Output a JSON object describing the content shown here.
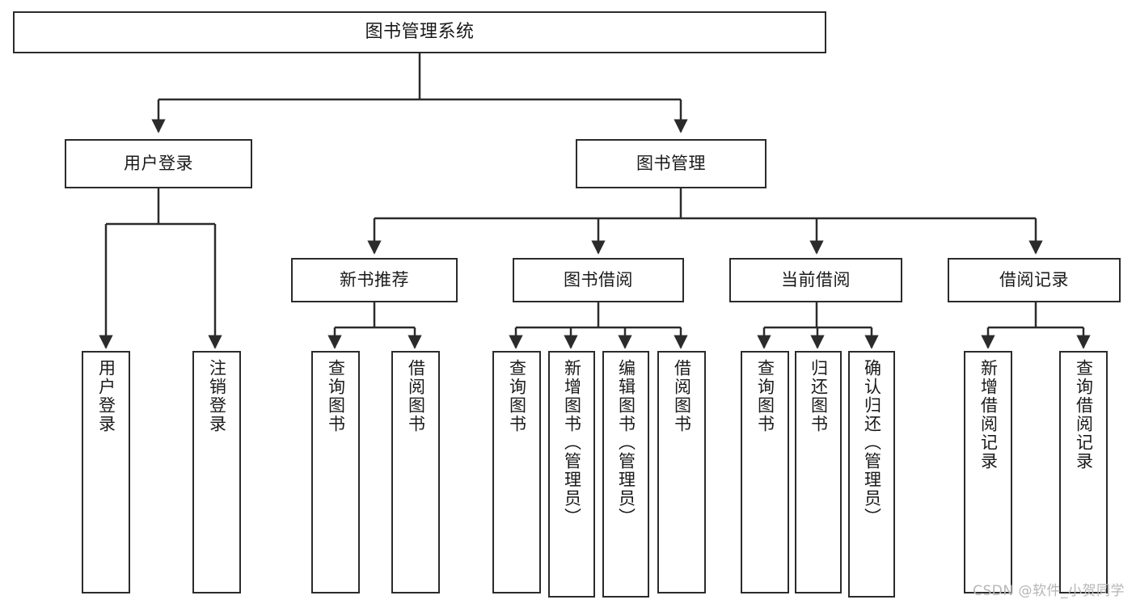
{
  "diagram": {
    "title": "图书管理系统",
    "type": "tree-structure-diagram",
    "watermark": "CSDN @软件_小贺同学",
    "colors": {
      "box_border": "#2b2b2b",
      "box_fill": "#ffffff",
      "edge": "#2b2b2b",
      "text": "#1a1a1a",
      "watermark": "#b6b6b6",
      "background": "#ffffff"
    }
  },
  "nodes": {
    "root": {
      "label": "图书管理系统",
      "level": 1
    },
    "level2": [
      {
        "id": "user-login",
        "label": "用户登录"
      },
      {
        "id": "book-management",
        "label": "图书管理"
      }
    ],
    "level3": [
      {
        "id": "new-book-recommend",
        "label": "新书推荐"
      },
      {
        "id": "book-borrow",
        "label": "图书借阅"
      },
      {
        "id": "current-borrow",
        "label": "当前借阅"
      },
      {
        "id": "borrow-record",
        "label": "借阅记录"
      }
    ],
    "leaves": {
      "user-login": [
        {
          "id": "leaf-user-login",
          "label": "用户登录"
        },
        {
          "id": "leaf-logout-login",
          "label": "注销登录"
        }
      ],
      "new-book-recommend": [
        {
          "id": "leaf-query-book-1",
          "label": "查询图书"
        },
        {
          "id": "leaf-borrow-book-1",
          "label": "借阅图书"
        }
      ],
      "book-borrow": [
        {
          "id": "leaf-query-book-2",
          "label": "查询图书"
        },
        {
          "id": "leaf-add-book",
          "label": "新增图书（管理员）"
        },
        {
          "id": "leaf-edit-book",
          "label": "编辑图书（管理员）"
        },
        {
          "id": "leaf-borrow-book-2",
          "label": "借阅图书"
        }
      ],
      "current-borrow": [
        {
          "id": "leaf-query-book-3",
          "label": "查询图书"
        },
        {
          "id": "leaf-return-book",
          "label": "归还图书"
        },
        {
          "id": "leaf-confirm-return",
          "label": "确认归还（管理员）"
        }
      ],
      "borrow-record": [
        {
          "id": "leaf-add-record",
          "label": "新增借阅记录"
        },
        {
          "id": "leaf-query-record",
          "label": "查询借阅记录"
        }
      ]
    }
  },
  "chart_data": {
    "type": "tree",
    "title": "图书管理系统",
    "edges": [
      {
        "from": "图书管理系统",
        "to": "用户登录"
      },
      {
        "from": "图书管理系统",
        "to": "图书管理"
      },
      {
        "from": "用户登录",
        "to": "用户登录"
      },
      {
        "from": "用户登录",
        "to": "注销登录"
      },
      {
        "from": "图书管理",
        "to": "新书推荐"
      },
      {
        "from": "图书管理",
        "to": "图书借阅"
      },
      {
        "from": "图书管理",
        "to": "当前借阅"
      },
      {
        "from": "图书管理",
        "to": "借阅记录"
      },
      {
        "from": "新书推荐",
        "to": "查询图书"
      },
      {
        "from": "新书推荐",
        "to": "借阅图书"
      },
      {
        "from": "图书借阅",
        "to": "查询图书"
      },
      {
        "from": "图书借阅",
        "to": "新增图书（管理员）"
      },
      {
        "from": "图书借阅",
        "to": "编辑图书（管理员）"
      },
      {
        "from": "图书借阅",
        "to": "借阅图书"
      },
      {
        "from": "当前借阅",
        "to": "查询图书"
      },
      {
        "from": "当前借阅",
        "to": "归还图书"
      },
      {
        "from": "当前借阅",
        "to": "确认归还（管理员）"
      },
      {
        "from": "借阅记录",
        "to": "新增借阅记录"
      },
      {
        "from": "借阅记录",
        "to": "查询借阅记录"
      }
    ],
    "levels": 4,
    "node_count": 20
  }
}
